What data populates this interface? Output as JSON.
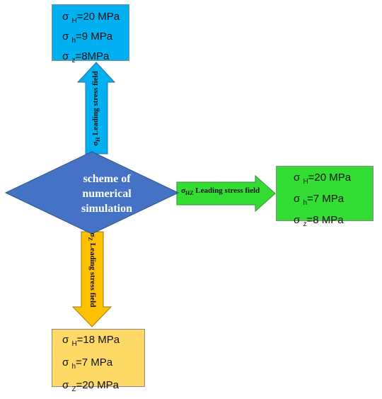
{
  "diagram": {
    "center": {
      "lines": [
        "scheme of",
        "numerical",
        "simulation"
      ],
      "color": "#4472c4"
    },
    "top": {
      "color": "#00b0f0",
      "arrow_color": "#00b0f0",
      "arrow_label": {
        "sigma": "σ",
        "sub": "H",
        "text": " Leading stress field"
      },
      "lines": [
        {
          "sigma": "σ ",
          "sub": "H",
          "value": "=20 MPa"
        },
        {
          "sigma": "σ ",
          "sub": "h",
          "value": "=9 MPa"
        },
        {
          "sigma": "σ ",
          "sub": "z",
          "value": "=8MPa"
        }
      ]
    },
    "right": {
      "color": "#33dd33",
      "arrow_color": "#33dd33",
      "arrow_label": {
        "sigma": "σ",
        "sub": "HZ",
        "text": " Leading stress field"
      },
      "lines": [
        {
          "sigma": "σ ",
          "sub": "H",
          "value": "=20 MPa"
        },
        {
          "sigma": "σ ",
          "sub": "h",
          "value": "=7 MPa"
        },
        {
          "sigma": "σ ",
          "sub": "z",
          "value": "=8 MPa"
        }
      ]
    },
    "bottom": {
      "color": "#ffd966",
      "arrow_color": "#ffc000",
      "arrow_label": {
        "sigma": "σ",
        "sub": "Z",
        "text": " Leading stress field"
      },
      "lines": [
        {
          "sigma": "σ ",
          "sub": "H",
          "value": "=18 MPa"
        },
        {
          "sigma": "σ ",
          "sub": "h",
          "value": "=7 MPa"
        },
        {
          "sigma": "σ ",
          "sub": "Z",
          "value": "=20 MPa"
        }
      ]
    }
  }
}
